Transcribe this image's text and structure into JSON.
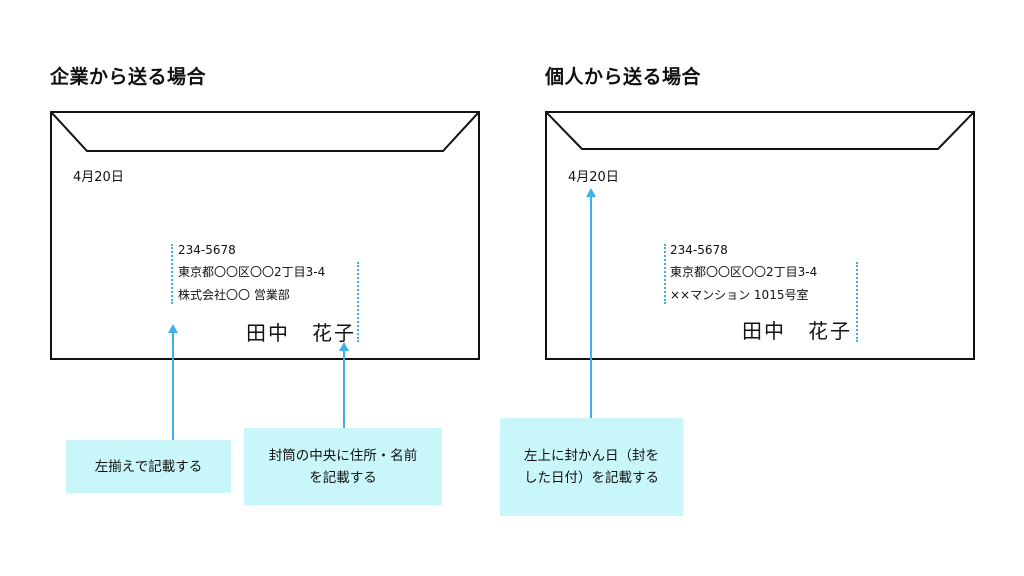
{
  "colors": {
    "accent": "#3bb0ea",
    "callout_bg": "#c9f6f9",
    "stroke": "#111111"
  },
  "left": {
    "heading": "企業から送る場合",
    "date": "4月20日",
    "postal": "234-5678",
    "address1": "東京都〇〇区〇〇2丁目3-4",
    "address2": "株式会社〇〇 営業部",
    "name": "田中　花子",
    "callout_align": "左揃えで記載する",
    "callout_center_line1": "封筒の中央に住所・名前",
    "callout_center_line2": "を記載する"
  },
  "right": {
    "heading": "個人から送る場合",
    "date": "4月20日",
    "postal": "234-5678",
    "address1": "東京都〇〇区〇〇2丁目3-4",
    "address2": "××マンション 1015号室",
    "name": "田中　花子",
    "callout_date_line1": "左上に封かん日（封を",
    "callout_date_line2": "した日付）を記載する"
  }
}
